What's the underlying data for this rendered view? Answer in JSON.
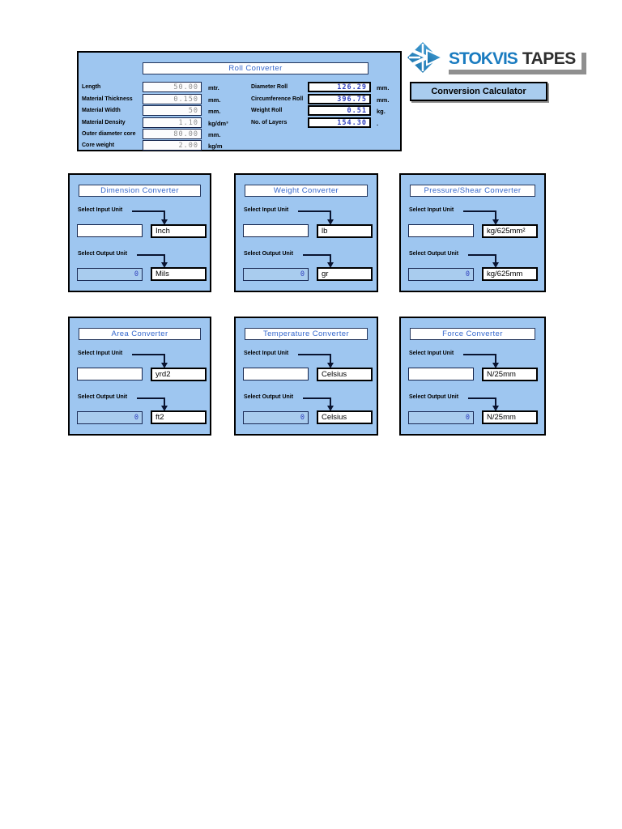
{
  "logo": {
    "icon": "stokvis-diamond-arrow-icon",
    "brand_primary": "STOKVIS",
    "brand_secondary": "TAPES",
    "primary_color": "#1b7cc0",
    "secondary_color": "#2e2e2e"
  },
  "actions": {
    "conversion_calculator": "Conversion Calculator"
  },
  "roll": {
    "title": "Roll Converter",
    "inputs": [
      {
        "label": "Length",
        "value": "50.00",
        "unit": "mtr."
      },
      {
        "label": "Material Thickness",
        "value": "0.150",
        "unit": "mm."
      },
      {
        "label": "Material Width",
        "value": "50",
        "unit": "mm."
      },
      {
        "label": "Material Density",
        "value": "1.10",
        "unit": "kg/dm³"
      },
      {
        "label": "Outer diameter core",
        "value": "80.00",
        "unit": "mm."
      },
      {
        "label": "Core weight",
        "value": "2.00",
        "unit": "kg/m"
      }
    ],
    "outputs": [
      {
        "label": "Diameter Roll",
        "value": "126.29",
        "unit": "mm."
      },
      {
        "label": "Circumference Roll",
        "value": "396.75",
        "unit": "mm."
      },
      {
        "label": "Weight Roll",
        "value": "0.51",
        "unit": "kg."
      },
      {
        "label": "No. of Layers",
        "value": "154.30",
        "unit": "."
      }
    ]
  },
  "labels": {
    "select_input": "Select Input Unit",
    "select_output": "Select Output Unit"
  },
  "converters": [
    {
      "title": "Dimension Converter",
      "input_value": "",
      "input_unit": "Inch",
      "output_value": "0",
      "output_unit": "Mils"
    },
    {
      "title": "Weight Converter",
      "input_value": "",
      "input_unit": "lb",
      "output_value": "0",
      "output_unit": "gr"
    },
    {
      "title": "Pressure/Shear Converter",
      "input_value": "",
      "input_unit": "kg/625mm²",
      "output_value": "0",
      "output_unit": "kg/625mm"
    },
    {
      "title": "Area Converter",
      "input_value": "",
      "input_unit": "yrd2",
      "output_value": "0",
      "output_unit": "ft2"
    },
    {
      "title": "Temperature Converter",
      "input_value": "",
      "input_unit": "Celsius",
      "output_value": "0",
      "output_unit": "Celsius"
    },
    {
      "title": "Force Converter",
      "input_value": "",
      "input_unit": "N/25mm",
      "output_value": "0",
      "output_unit": "N/25mm"
    }
  ],
  "colors": {
    "panel_blue": "#9ec6f0",
    "field_blue": "#a9ccee",
    "title_blue": "#3366cc",
    "value_blue": "#2f3fbe",
    "value_gray": "#8c8c8c",
    "logo_blue": "#1b7cc0"
  }
}
